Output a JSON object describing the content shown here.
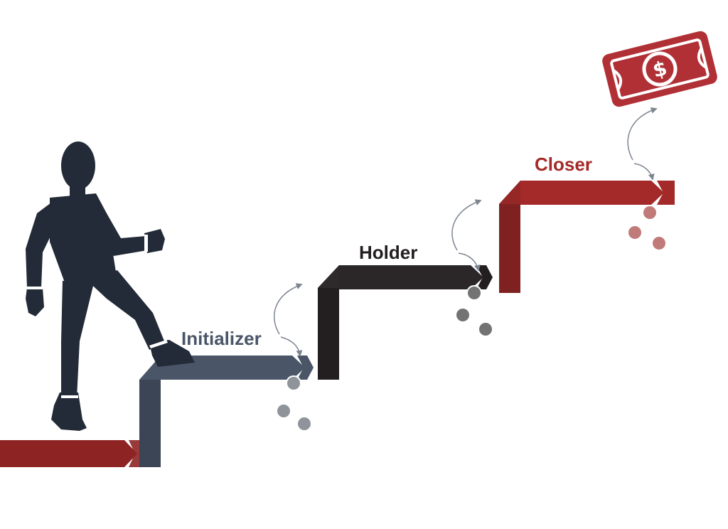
{
  "steps": [
    {
      "label": "Initializer",
      "color": "#4a5668"
    },
    {
      "label": "Holder",
      "color": "#231f20"
    },
    {
      "label": "Closer",
      "color": "#a32a29"
    }
  ],
  "colors": {
    "start_band": "#8e2323",
    "person": "#232b38",
    "coin_gray": "#8f949b",
    "coin_dark": "#737373",
    "coin_red": "#c17a7a",
    "money": "#b03035",
    "arrow": "#7d8591"
  },
  "icons": {
    "person": "person-climbing-icon",
    "goal": "dollar-bill-icon",
    "coins": "coin-icon",
    "arrows": "curved-arrow-icon"
  }
}
